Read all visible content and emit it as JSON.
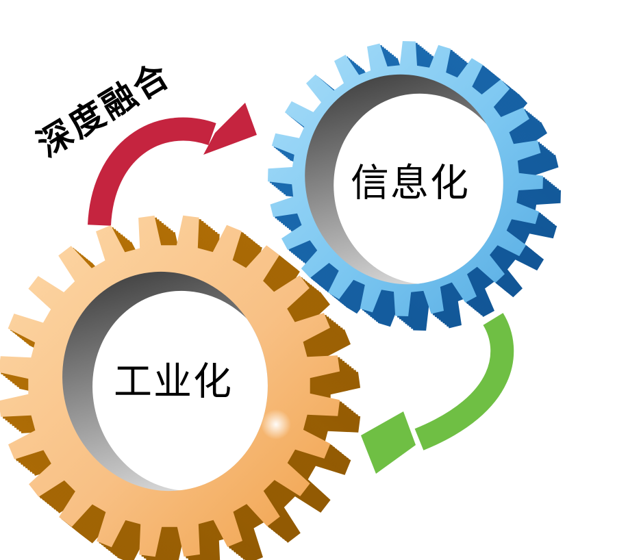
{
  "diagram": {
    "background_color": "#ffffff",
    "text_color": "#000000",
    "fusion_label": "深度融合",
    "gears": [
      {
        "name": "informatization-gear",
        "label": "信息化",
        "face_light": "#aadef9",
        "face_mid": "#7cc7f1",
        "face_deep": "#55abe2",
        "side": "#1f73ba",
        "side_dark": "#0f5190"
      },
      {
        "name": "industrialization-gear",
        "label": "工业化",
        "face_light": "#fdd9a9",
        "face_mid": "#f8c084",
        "face_deep": "#f0a149",
        "side": "#bd7607",
        "side_dark": "#8a5502"
      }
    ],
    "hole": {
      "wall_dark": "#474747",
      "wall_light": "#d9d9d9",
      "fill": "#ffffff"
    },
    "arrows": [
      {
        "name": "red-curved-arrow",
        "color": "#c5243f"
      },
      {
        "name": "green-curved-arrow",
        "color": "#6fbf44"
      }
    ]
  }
}
